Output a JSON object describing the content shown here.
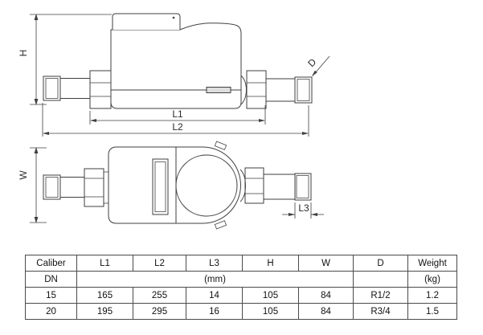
{
  "colors": {
    "line": "#3f3f3f",
    "text": "#1a1a1a",
    "table_border": "#4a4a4a"
  },
  "drawing": {
    "side_view": {
      "labels": {
        "h": "H",
        "d": "D",
        "l1": "L1",
        "l2": "L2"
      }
    },
    "top_view": {
      "labels": {
        "w": "W",
        "l3": "L3"
      }
    }
  },
  "table": {
    "header": [
      "Caliber",
      "L1",
      "L2",
      "L3",
      "H",
      "W",
      "D",
      "Weight"
    ],
    "unit_row": [
      "DN",
      "(mm)",
      "",
      "(kg)"
    ],
    "rows": [
      [
        "15",
        "165",
        "255",
        "14",
        "105",
        "84",
        "R1/2",
        "1.2"
      ],
      [
        "20",
        "195",
        "295",
        "16",
        "105",
        "84",
        "R3/4",
        "1.5"
      ]
    ]
  }
}
